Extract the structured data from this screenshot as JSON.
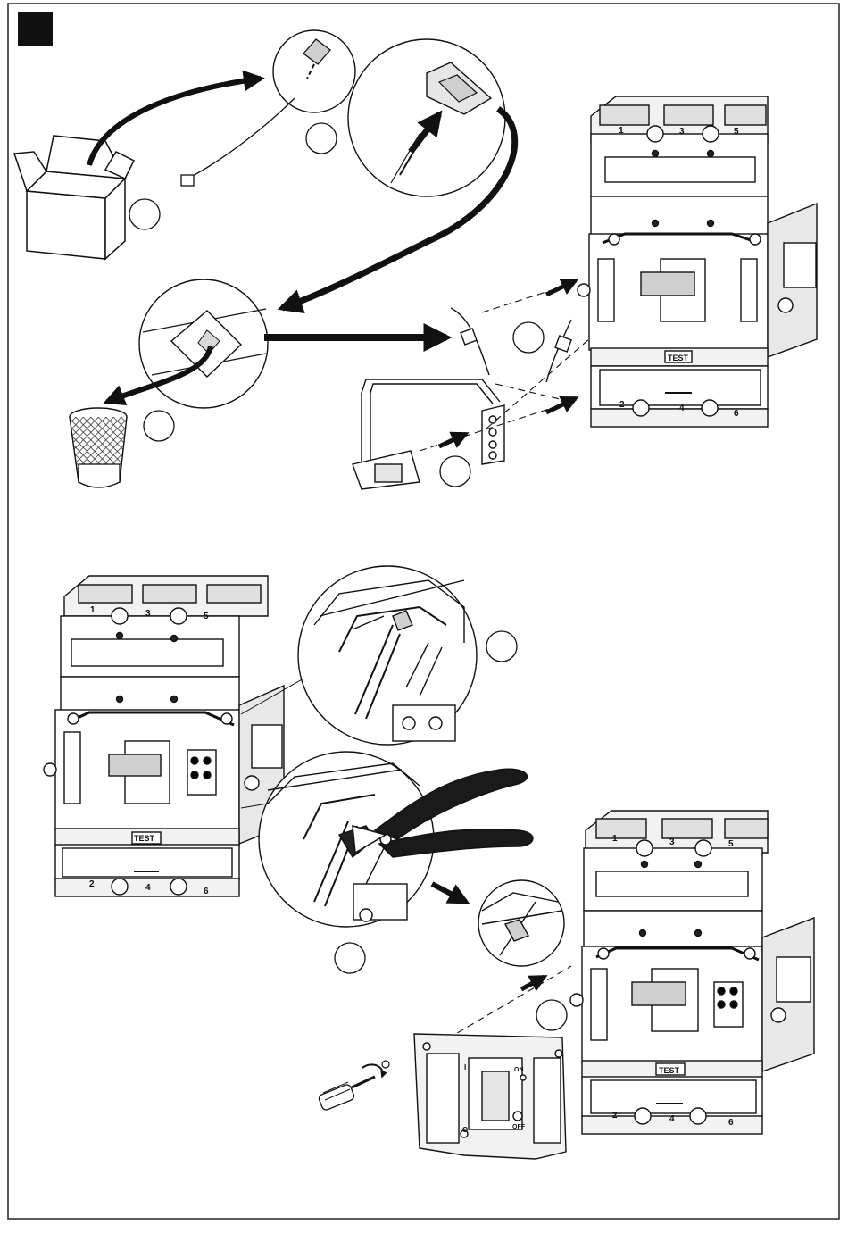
{
  "diagram": {
    "colors": {
      "stroke": "#111111",
      "panel": "#f2f2f2",
      "shade": "#d9d9d9",
      "arrow": "#111111",
      "frame": "#222222"
    },
    "top_breaker": {
      "terminals_top": [
        "1",
        "3",
        "5"
      ],
      "terminals_bottom": [
        "2",
        "4",
        "6"
      ],
      "test_label": "TEST"
    },
    "left_breaker": {
      "terminals_top": [
        "1",
        "3",
        "5"
      ],
      "terminals_bottom": [
        "2",
        "4",
        "6"
      ],
      "test_label": "TEST"
    },
    "bottom_breaker": {
      "terminals_top": [
        "1",
        "3",
        "5"
      ],
      "terminals_bottom": [
        "2",
        "4",
        "6"
      ],
      "test_label": "TEST"
    },
    "cover_plate": {
      "on_label": "ON",
      "off_label": "OFF",
      "on_symbol": "I",
      "off_symbol": "O"
    },
    "icons": [
      "box-icon",
      "cable-tie-icon",
      "waste-bin-icon",
      "pliers-icon",
      "screwdriver-icon",
      "screw-icon"
    ]
  }
}
